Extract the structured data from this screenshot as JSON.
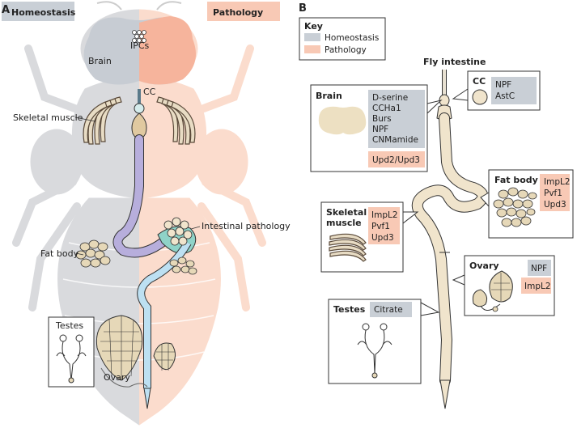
{
  "panel_a": {
    "letter": "A",
    "homeostasis_tag": "Homeostasis",
    "pathology_tag": "Pathology",
    "labels": {
      "ipcs": "IPCs",
      "brain": "Brain",
      "cc": "CC",
      "skeletal_muscle": "Skeletal muscle",
      "intestinal_pathology": "Intestinal pathology",
      "fat_body": "Fat body",
      "testes": "Testes",
      "ovary": "Ovary"
    }
  },
  "panel_b": {
    "letter": "B",
    "key": {
      "title": "Key",
      "homeostasis": "Homeostasis",
      "pathology": "Pathology"
    },
    "fly_intestine_label": "Fly intestine",
    "brain": {
      "title": "Brain",
      "homeostasis": [
        "D-serine",
        "CCHa1",
        "Burs",
        "NPF",
        "CNMamide"
      ],
      "pathology": [
        "Upd2/Upd3"
      ]
    },
    "cc": {
      "title": "CC",
      "homeostasis": [
        "NPF",
        "AstC"
      ]
    },
    "fat_body": {
      "title": "Fat body",
      "pathology": [
        "ImpL2",
        "Pvf1",
        "Upd3"
      ]
    },
    "skeletal_muscle": {
      "title_line1": "Skeletal",
      "title_line2": "muscle",
      "pathology": [
        "ImpL2",
        "Pvf1",
        "Upd3"
      ]
    },
    "ovary": {
      "title": "Ovary",
      "homeostasis": [
        "NPF"
      ],
      "pathology": [
        "ImpL2"
      ]
    },
    "testes": {
      "title": "Testes",
      "homeostasis": [
        "Citrate"
      ]
    }
  },
  "colors": {
    "homeostasis": "#c9cfd6",
    "pathology": "#f8c9b5",
    "tissue": "#f0e4cc",
    "gut_purple": "#b7aedc",
    "gut_teal": "#8fd3c8",
    "gut_blue": "#bde0f2"
  }
}
